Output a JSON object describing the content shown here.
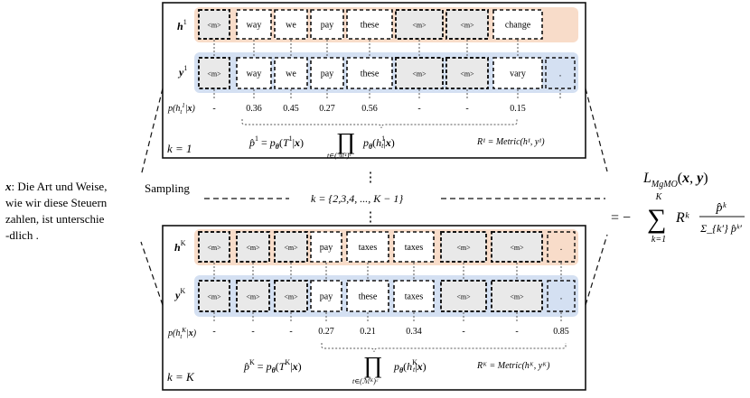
{
  "source": {
    "prefix": "x",
    "lines": [
      ": Die Art und Weise,",
      "wie wir diese Steuern",
      "zahlen, ist unterschie",
      "-dlich ."
    ]
  },
  "sampling": {
    "label": "Sampling",
    "dots": "⋮",
    "k_range": "k  =  {2,3,4, ..., K − 1}"
  },
  "panel_top": {
    "h_label": "h",
    "h_sup": "1",
    "h_tokens": [
      "<m>",
      "way",
      "we",
      "pay",
      "these",
      "<m>",
      "<m>",
      "change",
      ""
    ],
    "y_label": "y",
    "y_sup": "1",
    "y_tokens": [
      "<m>",
      "way",
      "we",
      "pay",
      "these",
      "<m>",
      "<m>",
      "vary",
      "."
    ],
    "prob_label": "p(h",
    "probs": [
      "-",
      "0.36",
      "0.45",
      "0.27",
      "0.56",
      "-",
      "-",
      "0.15",
      ""
    ],
    "k_label": "k = 1",
    "formula": "p̂¹ = p_θ(T¹|x) ∏_{t∈(ℳ¹)ᶜ} p_θ(h¹ₜ|x)",
    "reward": "R¹ = Metric(h¹, y¹)"
  },
  "panel_bottom": {
    "h_label": "h",
    "h_sup": "K",
    "h_tokens": [
      "<m>",
      "<m>",
      "<m>",
      "pay",
      "taxes",
      "taxes",
      "<m>",
      "<m>",
      "."
    ],
    "y_label": "y",
    "y_sup": "K",
    "y_tokens": [
      "<m>",
      "<m>",
      "<m>",
      "pay",
      "these",
      "taxes",
      "<m>",
      "<m>",
      "."
    ],
    "prob_label": "p(h",
    "probs": [
      "-",
      "-",
      "-",
      "0.27",
      "0.21",
      "0.34",
      "-",
      "-",
      "0.85"
    ],
    "k_label": "k = K",
    "formula": "p̂ᴷ = p_θ(Tᴷ|x) ∏_{t∈(ℳᴷ)ᶜ} p_θ(hᴷₜ|x)",
    "reward": "Rᴷ = Metric(hᴷ, yᴷ)"
  },
  "loss": {
    "title": "L_MgMO(x, y)",
    "eq": "= −",
    "sum_top": "K",
    "sum_bottom": "k=1",
    "term": "Rᵏ",
    "num": "p̂ᵏ",
    "den": "Σ_{k′} p̂ᵏ′"
  },
  "colors": {
    "h_band": "#f8dcc9",
    "y_band": "#d4e0f2",
    "mask_fill": "#e9e9e9",
    "ink": "#111111"
  }
}
